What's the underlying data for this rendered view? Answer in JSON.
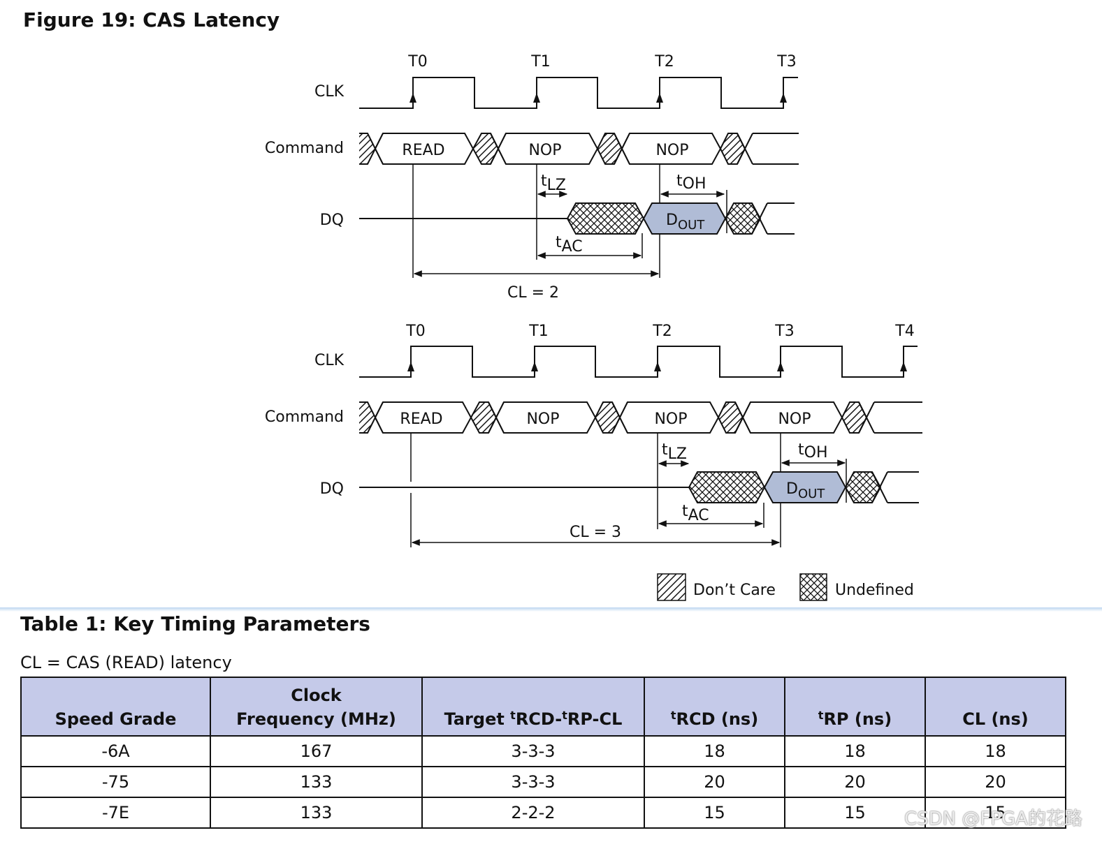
{
  "figure": {
    "title": "Figure 19: CAS Latency",
    "signals": {
      "clk": "CLK",
      "command": "Command",
      "dq": "DQ"
    },
    "diagram1": {
      "clock_labels": [
        "T0",
        "T1",
        "T2",
        "T3"
      ],
      "commands": [
        "READ",
        "NOP",
        "NOP"
      ],
      "tlz_label": "LZ",
      "toh_label": "OH",
      "tac_label": "AC",
      "t_prefix": "t",
      "dout_main": "D",
      "dout_sub": "OUT",
      "cl_label": "CL = 2"
    },
    "diagram2": {
      "clock_labels": [
        "T0",
        "T1",
        "T2",
        "T3",
        "T4"
      ],
      "commands": [
        "READ",
        "NOP",
        "NOP",
        "NOP"
      ],
      "tlz_label": "LZ",
      "toh_label": "OH",
      "tac_label": "AC",
      "t_prefix": "t",
      "dout_main": "D",
      "dout_sub": "OUT",
      "cl_label": "CL = 3"
    },
    "legend": {
      "dont_care": "Don’t Care",
      "undefined": "Undefined"
    }
  },
  "table": {
    "title": "Table 1: Key Timing Parameters",
    "note": "CL = CAS (READ) latency",
    "headers": {
      "speed_grade": "Speed Grade",
      "clock_freq_line1": "Clock",
      "clock_freq_line2": "Frequency (MHz)",
      "target_pre": "Target ",
      "target_t1": "t",
      "target_mid": "RCD-",
      "target_t2": "t",
      "target_post": "RP-CL",
      "trcd_t": "t",
      "trcd": "RCD (ns)",
      "trp_t": "t",
      "trp": "RP (ns)",
      "cl": "CL (ns)"
    },
    "rows": [
      [
        "-6A",
        "167",
        "3-3-3",
        "18",
        "18",
        "18"
      ],
      [
        "-75",
        "133",
        "3-3-3",
        "20",
        "20",
        "20"
      ],
      [
        "-7E",
        "133",
        "2-2-2",
        "15",
        "15",
        "15"
      ]
    ]
  },
  "watermark": "CSDN @FPGA的花路"
}
